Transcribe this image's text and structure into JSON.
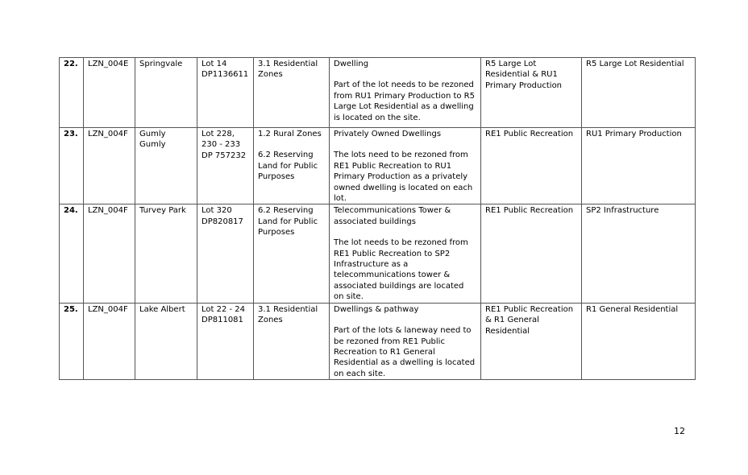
{
  "rows": [
    {
      "num": "22.",
      "code": "LZN_004E",
      "location": "Springvale",
      "lot": [
        "Lot 14",
        "DP1136611"
      ],
      "clause": [
        "3.1 Residential Zones"
      ],
      "description_title": "Dwelling",
      "description_body": "Part of the lot needs to be rezoned from RU1 Primary Production to R5 Large Lot Residential as a dwelling is located on the site.",
      "current_zone": "R5 Large Lot Residential & RU1 Primary Production",
      "proposed_zone": "R5 Large Lot Residential"
    },
    {
      "num": "23.",
      "code": "LZN_004F",
      "location": "Gumly Gumly",
      "lot": [
        "Lot 228,",
        "230 - 233",
        "DP 757232"
      ],
      "clause": [
        "1.2 Rural Zones",
        "6.2 Reserving Land for Public Purposes"
      ],
      "description_title": "Privately Owned Dwellings",
      "description_body": "The lots need to be rezoned from RE1 Public Recreation to RU1 Primary Production as a privately owned dwelling is located on each lot.",
      "current_zone": "RE1 Public Recreation",
      "proposed_zone": "RU1 Primary Production"
    },
    {
      "num": "24.",
      "code": "LZN_004F",
      "location": "Turvey Park",
      "lot": [
        "Lot 320",
        "DP820817"
      ],
      "clause": [
        "6.2 Reserving Land for Public Purposes"
      ],
      "description_title": "Telecommunications Tower & associated buildings",
      "description_body": "The lot needs to be rezoned from RE1 Public Recreation to SP2 Infrastructure as a telecommunications tower & associated buildings are located on site.",
      "current_zone": "RE1 Public Recreation",
      "proposed_zone": "SP2 Infrastructure"
    },
    {
      "num": "25.",
      "code": "LZN_004F",
      "location": "Lake Albert",
      "lot": [
        "Lot 22 - 24",
        "DP811081"
      ],
      "clause": [
        "3.1 Residential Zones"
      ],
      "description_title": "Dwellings & pathway",
      "description_body": "Part of the lots & laneway need to be rezoned from RE1 Public Recreation to R1 General Residential as a dwelling is located on each site.",
      "current_zone": "RE1 Public Recreation & R1 General Residential",
      "proposed_zone": "R1 General Residential"
    }
  ],
  "page_number": "12"
}
